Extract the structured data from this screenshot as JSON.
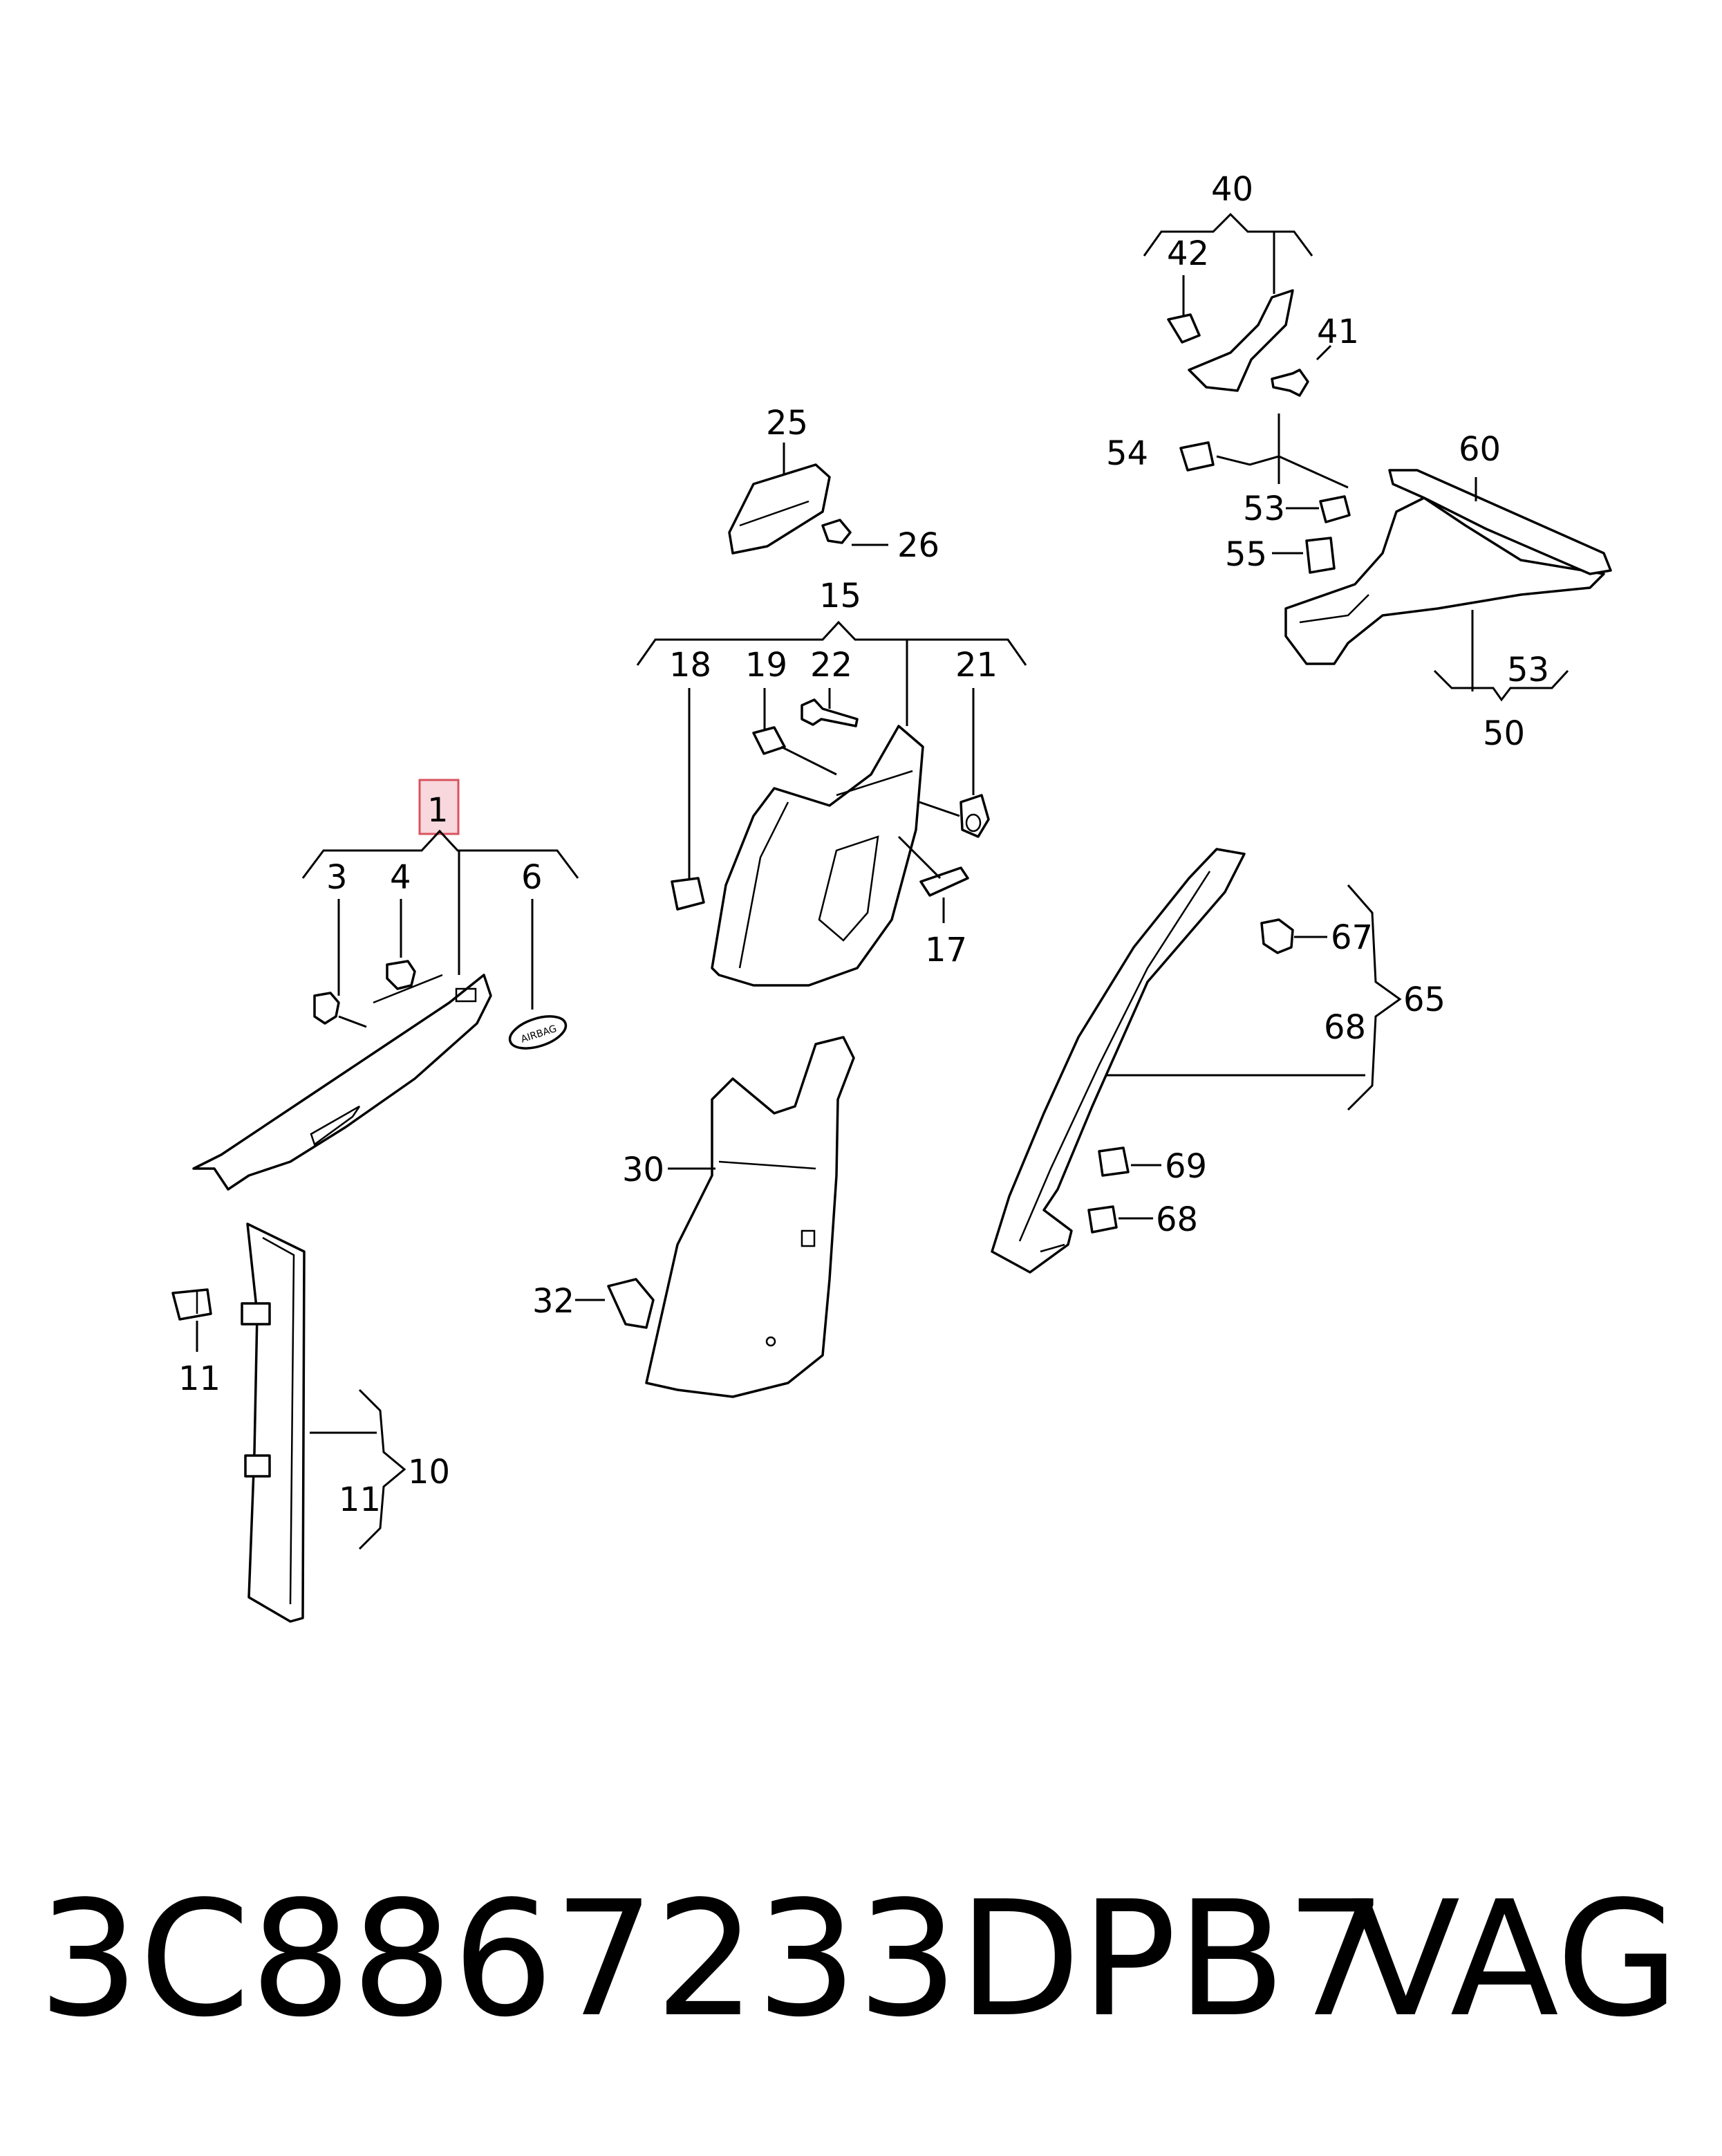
{
  "diagram": {
    "highlighted_callout": "1",
    "highlight_color": "#f8d8dc",
    "highlight_border_color": "#d9535f",
    "callouts": {
      "c1": "1",
      "c3": "3",
      "c4": "4",
      "c6": "6",
      "c10": "10",
      "c11a": "11",
      "c11b": "11",
      "c15": "15",
      "c17": "17",
      "c18": "18",
      "c19": "19",
      "c21": "21",
      "c22": "22",
      "c25": "25",
      "c26": "26",
      "c30": "30",
      "c32": "32",
      "c40": "40",
      "c41": "41",
      "c42": "42",
      "c50": "50",
      "c53a": "53",
      "c53b": "53",
      "c54": "54",
      "c55": "55",
      "c60": "60",
      "c65": "65",
      "c67": "67",
      "c68a": "68",
      "c68b": "68",
      "c69": "69"
    },
    "airbag_label": "AIRBAG"
  },
  "footer": {
    "part_number": "3C8867233DPB7",
    "brand": "VAG"
  }
}
